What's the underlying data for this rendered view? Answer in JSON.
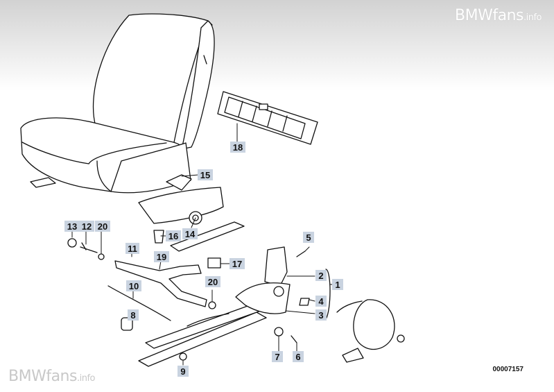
{
  "watermark": {
    "name": "BMWfans",
    "suffix": ".info"
  },
  "reference": "00007157",
  "callouts": {
    "c1": "1",
    "c2": "2",
    "c3": "3",
    "c4": "4",
    "c5": "5",
    "c6": "6",
    "c7": "7",
    "c8": "8",
    "c9": "9",
    "c10": "10",
    "c11": "11",
    "c12": "12",
    "c13": "13",
    "c14": "14",
    "c15": "15",
    "c16": "16",
    "c17": "17",
    "c18": "18",
    "c19": "19",
    "c20a": "20",
    "c20b": "20"
  }
}
